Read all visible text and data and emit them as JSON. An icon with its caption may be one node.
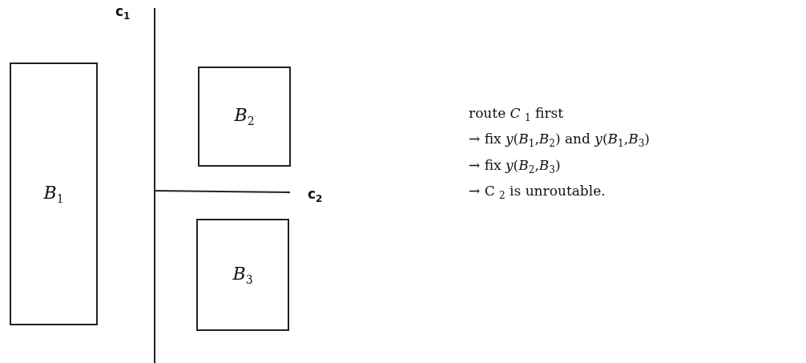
{
  "diagram": {
    "nodes": [
      {
        "text": [
          "*B*$_{1}$"
        ]
      },
      {
        "text": [
          "*B*$_{2}$"
        ]
      },
      {
        "text": [
          "*B*$_{3}$"
        ]
      }
    ],
    "labels": [
      "c$_{1}$",
      "c$_{2}$",
      "route *C* $_{1}$ first",
      "→ fix *y*(*B*$_{1}$,*B*$_{2}$) and *y*(*B*$_{1}$,*B*$_{3}$)",
      "→ fix *y*(*B*$_{2}$,*B*$_{3}$)",
      "→ C $_{2}$ is unroutable."
    ]
  }
}
